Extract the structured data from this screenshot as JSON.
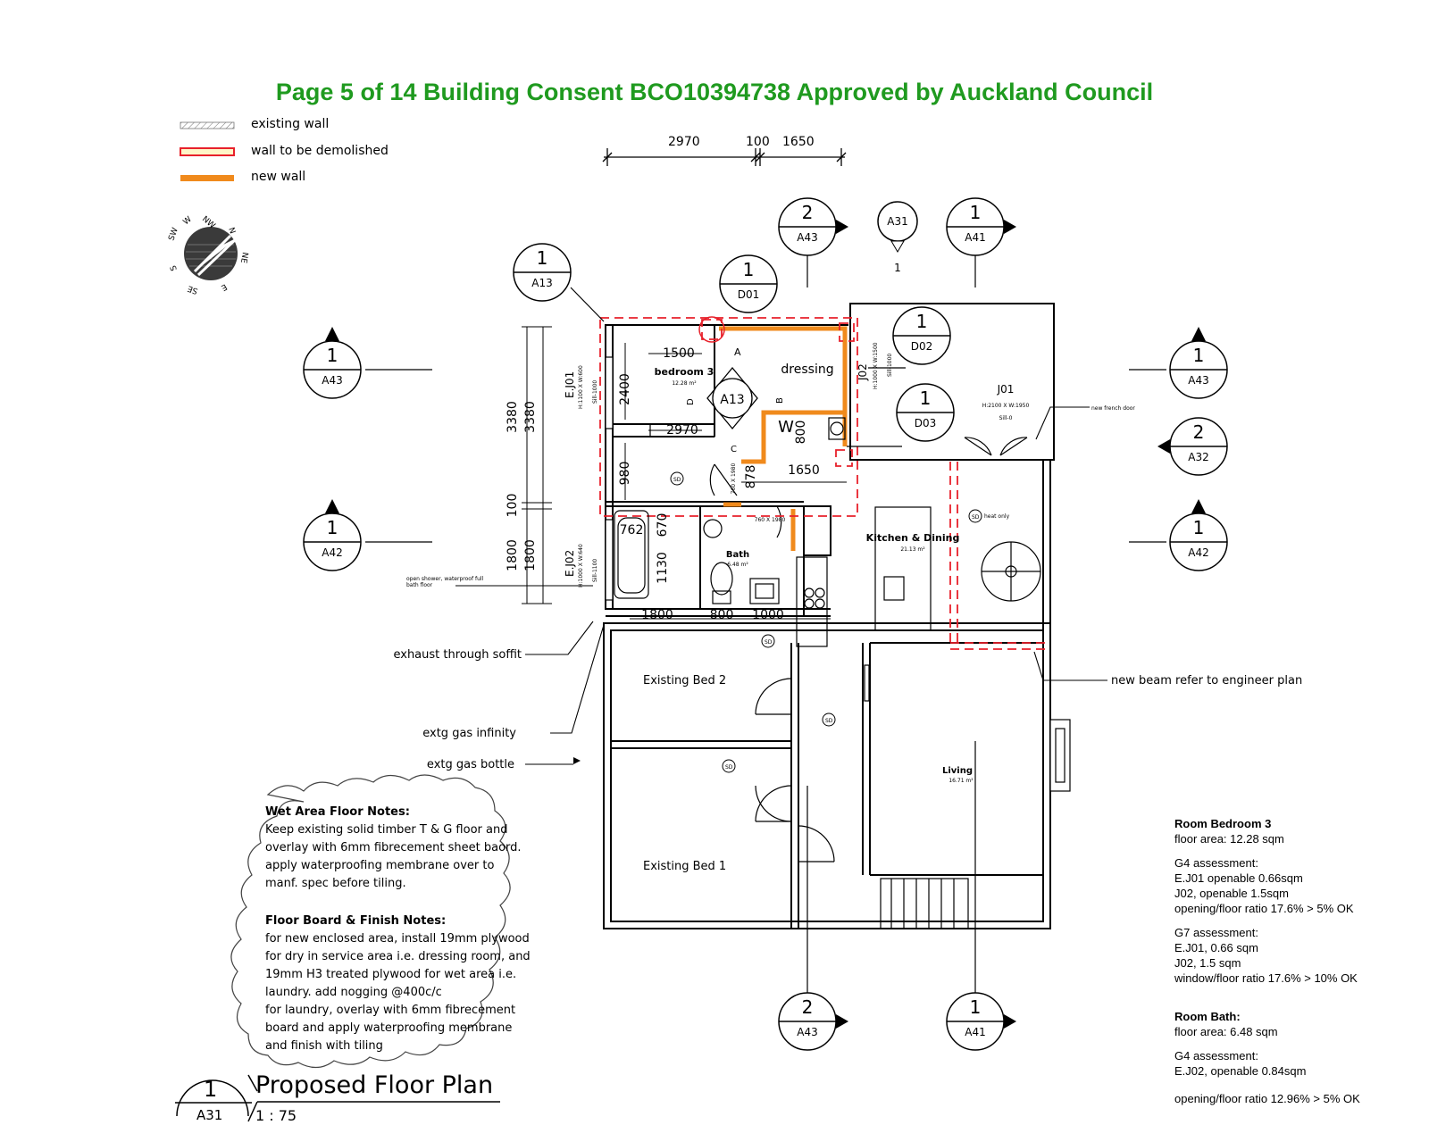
{
  "header": {
    "title": "Page 5 of 14   Building Consent BCO10394738 Approved by Auckland Council",
    "color": "#1f9a1f"
  },
  "legend": {
    "existing_wall": "existing wall",
    "demolish_wall": "wall to be demolished",
    "new_wall": "new wall"
  },
  "compass": {
    "letters": [
      "NW",
      "N",
      "NE",
      "E",
      "SE",
      "S",
      "SW",
      "W"
    ]
  },
  "top_dims": {
    "d1": "2970",
    "d2": "100",
    "d3": "1650"
  },
  "markers": {
    "m_a13_top": {
      "num": "1",
      "ref": "A13"
    },
    "m_d01": {
      "num": "1",
      "ref": "D01"
    },
    "m_a43_top": {
      "num": "2",
      "ref": "A43"
    },
    "m_a31": {
      "ref": "A31",
      "num": "1"
    },
    "m_a41_top": {
      "num": "1",
      "ref": "A41"
    },
    "m_d02": {
      "num": "1",
      "ref": "D02"
    },
    "m_d03": {
      "num": "1",
      "ref": "D03"
    },
    "m_a43_left": {
      "num": "1",
      "ref": "A43"
    },
    "m_a42_left": {
      "num": "1",
      "ref": "A42"
    },
    "m_a43_right": {
      "num": "1",
      "ref": "A43"
    },
    "m_a32": {
      "num": "2",
      "ref": "A32"
    },
    "m_a42_right": {
      "num": "1",
      "ref": "A42"
    },
    "m_a43_bottom": {
      "num": "2",
      "ref": "A43"
    },
    "m_a41_bottom": {
      "num": "1",
      "ref": "A41"
    },
    "m_a13_center": {
      "ref": "A13"
    }
  },
  "plan_labels": {
    "bedroom3": "bedroom 3",
    "bedroom3_area": "12.28 m²",
    "dressing": "dressing",
    "j01": "J01",
    "j01_size": "H:2100 X W:1950",
    "j01_sill": "Sill-0",
    "j02_tag": "J02",
    "j02_size": "H:1000 X W:1500",
    "j02_sill": "Sill-1000",
    "ej01": "E.J01",
    "ej01_size": "H:1100 X W:600",
    "ej01_sill": "Sill-1000",
    "ej02": "E.J02",
    "ej02_size": "H:1000 X W:640",
    "ej02_sill": "Sill-1100",
    "bath": "Bath",
    "bath_area": "6.48 m²",
    "kitchen": "Kitchen & Dining",
    "kitchen_area": "21.13 m²",
    "living": "Living",
    "living_area": "16.71 m²",
    "bed2": "Existing Bed 2",
    "bed1": "Existing Bed 1",
    "w": "W",
    "letter_a": "A",
    "letter_b": "B",
    "letter_c": "C",
    "letter_d": "D",
    "new_french_door": "new french door",
    "open_shower": "open shower, waterproof full",
    "open_shower2": "bath floor",
    "exhaust": "exhaust through soffit",
    "gas_infinity": "extg gas infinity",
    "gas_bottle": "extg gas bottle",
    "new_beam": "new beam refer to engineer plan",
    "sd": "SD",
    "sd_heat": "heat only",
    "dim_1500": "1500",
    "dim_2400": "2400",
    "dim_2970": "2970",
    "dim_980": "980",
    "dim_800": "800",
    "dim_1650": "1650",
    "dim_878": "878",
    "dim_762": "762",
    "dim_670": "670",
    "dim_1130": "1130",
    "dim_1800a": "1800",
    "dim_800b": "800",
    "dim_1000": "1000",
    "dim_3380a": "3380",
    "dim_3380b": "3380",
    "dim_100": "100",
    "dim_1800b": "1800",
    "dim_1800c": "1800",
    "door_760": "760 X 1980",
    "door_760b": "760 X 1980"
  },
  "notes": {
    "wet_title": "Wet Area Floor Notes:",
    "wet_lines": [
      "Keep existing solid timber T & G floor and",
      "overlay with 6mm fibrecement sheet baord.",
      "apply waterproofing membrane over to",
      "manf. spec before tiling."
    ],
    "floor_title": "Floor Board & Finish Notes:",
    "floor_lines": [
      "for new enclosed area, install 19mm plywood",
      "for dry in service area i.e. dressing room, and",
      "19mm H3 treated plywood for wet area i.e.",
      "laundry. add nogging @400c/c",
      "for laundry, overlay with 6mm fibrecement",
      "board and apply waterproofing membrane",
      "and finish with tiling"
    ]
  },
  "room_notes": {
    "bed3_title": "Room Bedroom 3",
    "bed3_area": "floor area: 12.28 sqm",
    "g4_title": "G4 assessment:",
    "g4_lines": [
      "E.J01 openable 0.66sqm",
      "J02, openable 1.5sqm",
      "opening/floor ratio 17.6% > 5% OK"
    ],
    "g7_title": "G7 assessment:",
    "g7_lines": [
      "E.J01, 0.66 sqm",
      "J02, 1.5 sqm",
      "window/floor ratio 17.6% > 10% OK"
    ],
    "bath_title": "Room Bath:",
    "bath_area": "floor area: 6.48 sqm",
    "g4b_title": "G4 assessment:",
    "g4b_lines": [
      "E.J02, openable 0.84sqm"
    ],
    "bath_ratio": "opening/floor ratio 12.96% > 5% OK"
  },
  "title_block": {
    "num": "1",
    "ref": "A31",
    "title": "Proposed Floor Plan",
    "scale": "1 : 75"
  },
  "colors": {
    "demolish": "#e8212b",
    "new_wall": "#f08a1c",
    "header": "#1f9a1f"
  }
}
